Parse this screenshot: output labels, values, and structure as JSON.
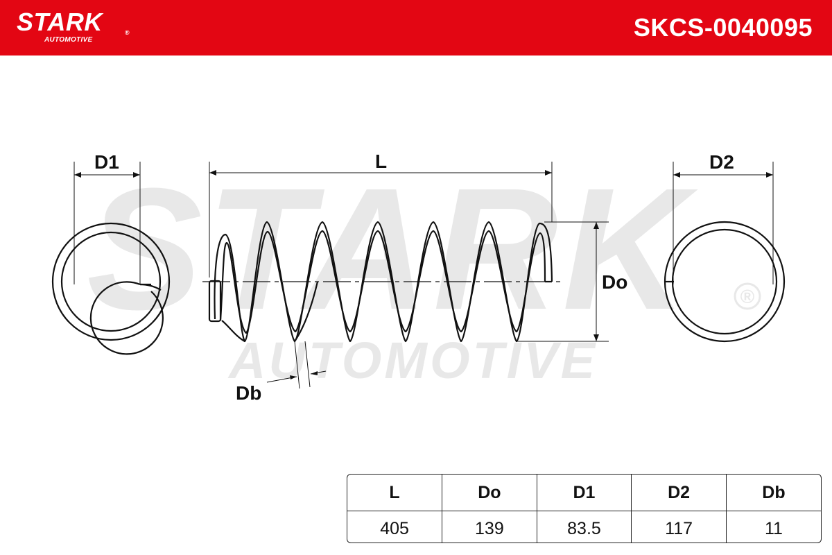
{
  "header": {
    "brand_name": "STARK",
    "brand_registered": "®",
    "brand_subtitle": "AUTOMOTIVE",
    "part_number": "SKCS-0040095",
    "background_color": "#e30613",
    "text_color": "#ffffff"
  },
  "watermark": {
    "brand_name": "STARK",
    "brand_subtitle": "AUTOMOTIVE",
    "registered_mark": "®",
    "color": "#e8e8e8"
  },
  "diagram": {
    "labels": {
      "d1": "D1",
      "l": "L",
      "d2": "D2",
      "do": "Do",
      "db": "Db"
    }
  },
  "spec_table": {
    "headers": [
      "L",
      "Do",
      "D1",
      "D2",
      "Db"
    ],
    "values": [
      "405",
      "139",
      "83.5",
      "117",
      "11"
    ]
  }
}
